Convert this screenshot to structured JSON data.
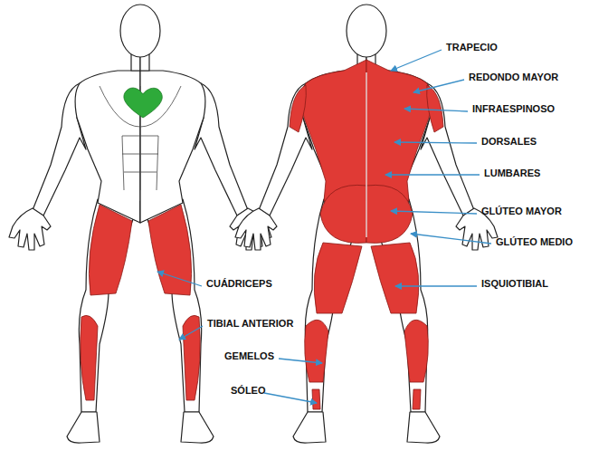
{
  "diagram": {
    "labels": [
      "TRAPECIO",
      "REDONDO MAYOR",
      "INFRAESPINOSO",
      "DORSALES",
      "LUMBARES",
      "GLÚTEO MAYOR",
      "GLÚTEO MEDIO",
      "ISQUIOTIBIAL",
      "CUÁDRICEPS",
      "TIBIAL ANTERIOR",
      "GEMELOS",
      "SÓLEO"
    ]
  }
}
